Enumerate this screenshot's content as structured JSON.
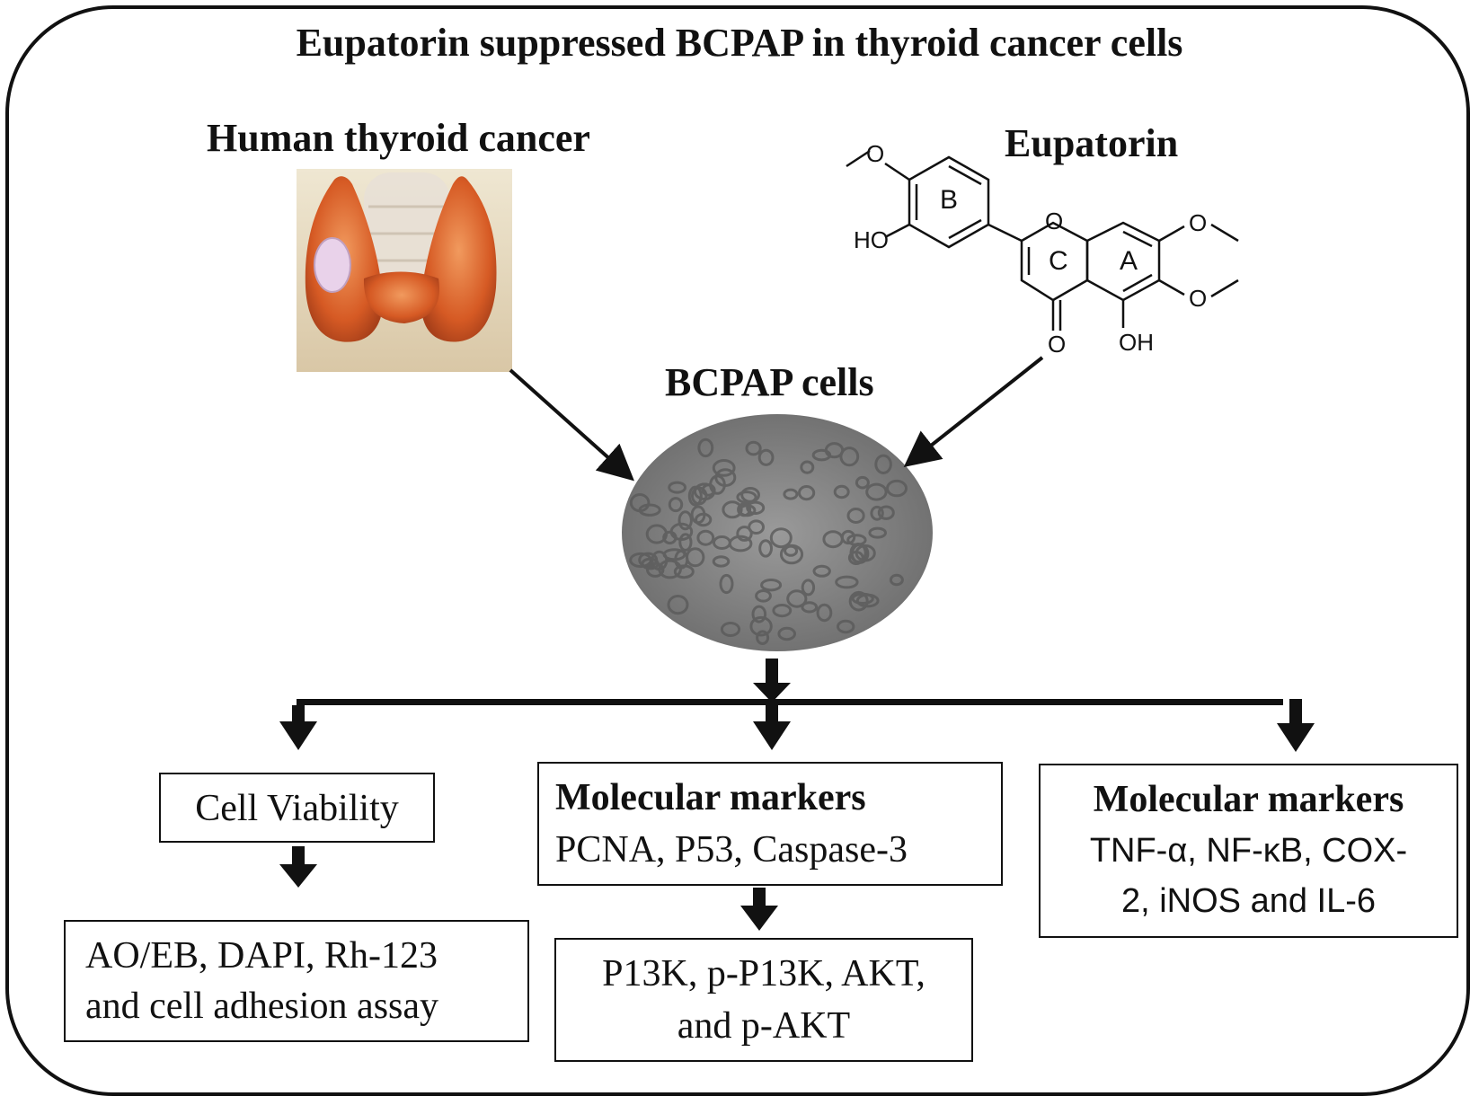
{
  "title": "Eupatorin suppressed BCPAP in thyroid cancer cells",
  "thyroid": {
    "label": "Human thyroid cancer"
  },
  "eupatorin": {
    "label": "Eupatorin",
    "ring_labels": [
      "B",
      "C",
      "A"
    ],
    "atom_labels": [
      "HO",
      "O",
      "O",
      "O",
      "O",
      "O",
      "OH"
    ]
  },
  "cells": {
    "label": "BCPAP cells"
  },
  "branches": {
    "viability": {
      "label": "Cell Viability",
      "assays": [
        "AO/EB, DAPI, Rh-123",
        "and cell adhesion assay"
      ]
    },
    "markers1": {
      "title": "Molecular markers",
      "items": "PCNA, P53, Caspase-3",
      "pathway": [
        "P13K, p-P13K, AKT,",
        "and p-AKT"
      ]
    },
    "markers2": {
      "title": "Molecular markers",
      "items": [
        "TNF-α, NF-κB, COX-",
        "2, iNOS and IL-6"
      ]
    }
  },
  "colors": {
    "outline": "#111111",
    "thyroid_tissue": "#d8602a",
    "thyroid_highlight": "#f0a070",
    "tumor": "#e8d0e8",
    "cells_bg": "#8a8a8a"
  }
}
